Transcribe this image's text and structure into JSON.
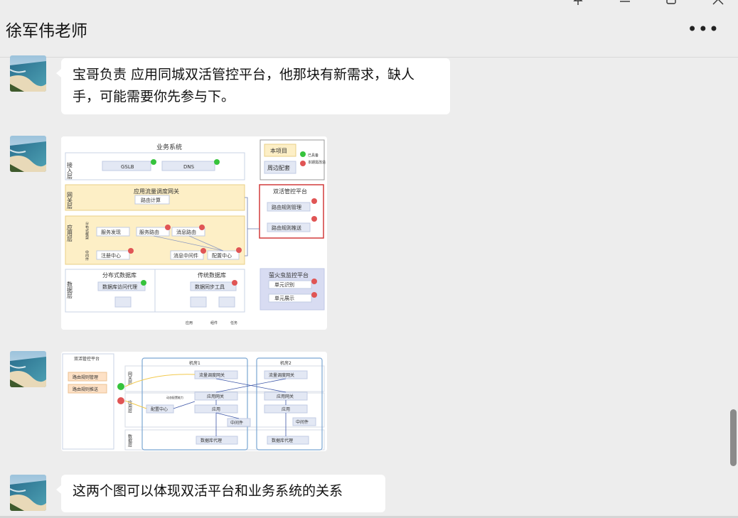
{
  "window": {
    "controls": [
      "pin-icon",
      "minimize-icon",
      "maximize-icon",
      "close-icon"
    ]
  },
  "chat": {
    "title": "徐军伟老师",
    "more": "•••"
  },
  "messages": [
    {
      "type": "text",
      "text": "宝哥负责 应用同城双活管控平台，他那块有新需求，缺人手，可能需要你先参与下。"
    },
    {
      "type": "image"
    },
    {
      "type": "image"
    },
    {
      "type": "text",
      "text": "这两个图可以体现双活平台和业务系统的关系"
    }
  ],
  "diagram1": {
    "title": "业务系统",
    "legend": {
      "item1": "本项目",
      "item2": "周边配套",
      "tag_ok": "已具备",
      "tag_mod": "本期需改造"
    },
    "layers": {
      "access": "接入层",
      "gateway": "网关层",
      "app": "应用层",
      "data": "数据层"
    },
    "access_nodes": [
      "GSLB",
      "DNS"
    ],
    "gateway_title": "应用流量调度网关",
    "gateway_node": "路由计算",
    "app_sub1": "分布式框架",
    "app_sub2": "中间件",
    "app_nodes_row1": [
      "服务发现",
      "服务路由",
      "消息路由"
    ],
    "app_nodes_row2": [
      "注册中心",
      "消息中间件",
      "配置中心"
    ],
    "db_left": "分布式数据库",
    "db_right": "传统数据库",
    "db_left_node": "数据库访问代理",
    "db_right_node": "数据同步工具",
    "platform_title": "双活管控平台",
    "platform_nodes": [
      "路由规则管理",
      "路由规则推送"
    ],
    "monitor_title": "萤火虫监控平台",
    "monitor_nodes": [
      "单元识别",
      "单元展示"
    ],
    "footer_legend": [
      "应用",
      "组件",
      "任务"
    ],
    "colors": {
      "ok": "#36c33c",
      "mod": "#e05555",
      "gateway_bg": "#fdefc6",
      "platform_border": "#d23b3b",
      "monitor_bg": "#d8dcf2"
    }
  },
  "diagram2": {
    "platform": "双活管控平台",
    "platform_nodes": [
      "路由规则管理",
      "路由规则推送"
    ],
    "room1": "机房1",
    "room2": "机房2",
    "layers": [
      "网关层",
      "应用层",
      "数据层"
    ],
    "gateway": "流量调度网关",
    "app_gateway": "应用网关",
    "app": "应用",
    "middleware": "中间件",
    "db_proxy": "数据库代理",
    "config": "配置中心",
    "config_note": "动态配置能力"
  }
}
